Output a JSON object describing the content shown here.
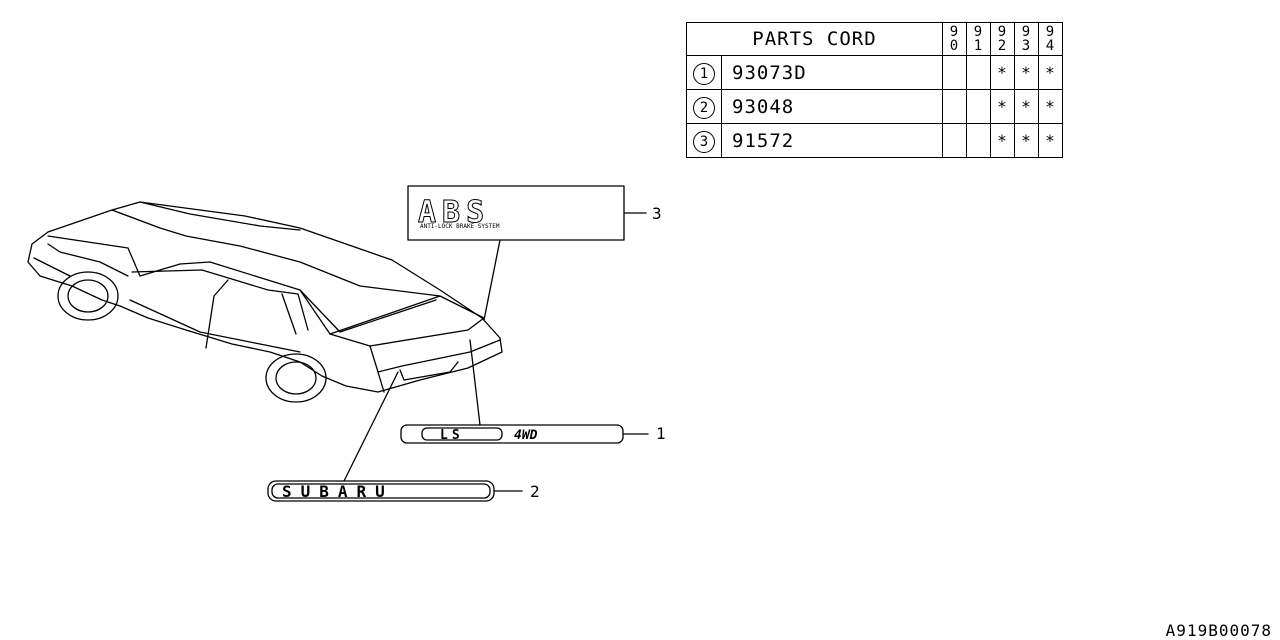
{
  "table": {
    "title": "PARTS CORD",
    "years": [
      [
        "9",
        "0"
      ],
      [
        "9",
        "1"
      ],
      [
        "9",
        "2"
      ],
      [
        "9",
        "3"
      ],
      [
        "9",
        "4"
      ]
    ],
    "rows": [
      {
        "num": "1",
        "code": "93073D",
        "marks": [
          "",
          "",
          "*",
          "*",
          "*"
        ]
      },
      {
        "num": "2",
        "code": "93048",
        "marks": [
          "",
          "",
          "*",
          "*",
          "*"
        ]
      },
      {
        "num": "3",
        "code": "91572",
        "marks": [
          "",
          "",
          "*",
          "*",
          "*"
        ]
      }
    ]
  },
  "callouts": {
    "one": "1",
    "two": "2",
    "three": "3"
  },
  "emblems": {
    "abs": "ABS",
    "abs_sub": "ANTI-LOCK BRAKE SYSTEM",
    "ls": "LS",
    "awd": "4WD",
    "brand": "SUBARU"
  },
  "diagram_id": "A919B00078"
}
